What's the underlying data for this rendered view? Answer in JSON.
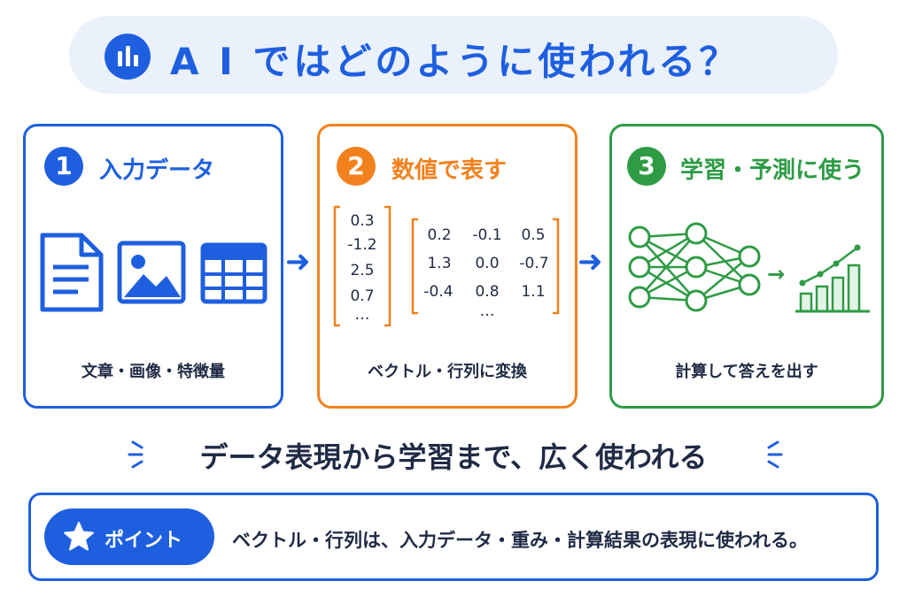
{
  "title": "A I ではどのように使われる？",
  "cards": [
    {
      "number": "1",
      "title": "入力データ",
      "caption": "文章・画像・特徴量",
      "color": "#1e5fe0"
    },
    {
      "number": "2",
      "title": "数値で表す",
      "caption": "ベクトル・行列に変換",
      "color": "#f2811d"
    },
    {
      "number": "3",
      "title": "学習・予測に使う",
      "caption": "計算して答えを出す",
      "color": "#2e9b45"
    }
  ],
  "vector": [
    "0.3",
    "-1.2",
    "2.5",
    "0.7",
    "…"
  ],
  "matrix": [
    [
      "0.2",
      "-0.1",
      "0.5"
    ],
    [
      "1.3",
      "0.0",
      "-0.7"
    ],
    [
      "-0.4",
      "0.8",
      "1.1"
    ]
  ],
  "matrix_more": "…",
  "subtitle": "データ表現から学習まで、広く使われる",
  "point": {
    "label": "ポイント",
    "text": "ベクトル・行列は、入力データ・重み・計算結果の表現に使われる。"
  },
  "colors": {
    "blue": "#1e5fe0",
    "orange": "#f2811d",
    "green": "#2e9b45",
    "navy": "#1f2a44",
    "title_bg": "#eaf1fb"
  },
  "icons": [
    "chart-icon",
    "document-icon",
    "image-icon",
    "table-icon",
    "neural-network-icon",
    "growth-chart-icon",
    "star-icon"
  ]
}
